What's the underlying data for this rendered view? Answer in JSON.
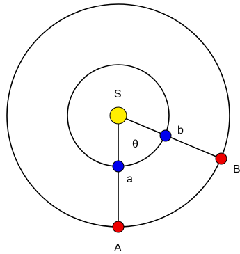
{
  "diagram": {
    "labels": {
      "sun": "S",
      "inner_a": "a",
      "inner_b": "b",
      "outer_a": "A",
      "outer_b": "B",
      "angle": "θ"
    },
    "colors": {
      "sun": "#ffee00",
      "inner_planet": "#0000ee",
      "outer_planet": "#ee0000",
      "line": "#000000"
    }
  }
}
